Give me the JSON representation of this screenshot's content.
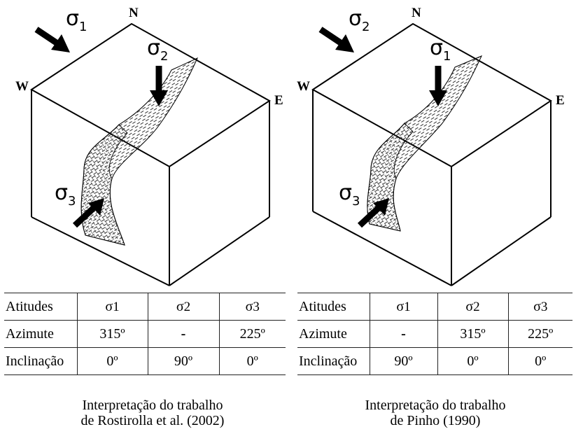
{
  "diagrams": [
    {
      "directions": {
        "north": "N",
        "west": "W",
        "east": "E"
      },
      "stress_labels": [
        {
          "symbol": "σ",
          "index": "1"
        },
        {
          "symbol": "σ",
          "index": "2"
        },
        {
          "symbol": "σ",
          "index": "3"
        }
      ]
    },
    {
      "directions": {
        "north": "N",
        "west": "W",
        "east": "E"
      },
      "stress_labels": [
        {
          "symbol": "σ",
          "index": "2"
        },
        {
          "symbol": "σ",
          "index": "1"
        },
        {
          "symbol": "σ",
          "index": "3"
        }
      ]
    }
  ],
  "tables": [
    {
      "header": [
        "Atitudes",
        "σ1",
        "σ2",
        "σ3"
      ],
      "rows": [
        [
          "Azimute",
          "315º",
          "-",
          "225º"
        ],
        [
          "Inclinação",
          "0º",
          "90º",
          "0º"
        ]
      ]
    },
    {
      "header": [
        "Atitudes",
        "σ1",
        "σ2",
        "σ3"
      ],
      "rows": [
        [
          "Azimute",
          "-",
          "315º",
          "225º"
        ],
        [
          "Inclinação",
          "90º",
          "0º",
          "0º"
        ]
      ]
    }
  ],
  "captions": [
    [
      "Interpretação do trabalho",
      "de Rostirolla et al. (2002)"
    ],
    [
      "Interpretação do trabalho",
      "de Pinho (1990)"
    ]
  ]
}
